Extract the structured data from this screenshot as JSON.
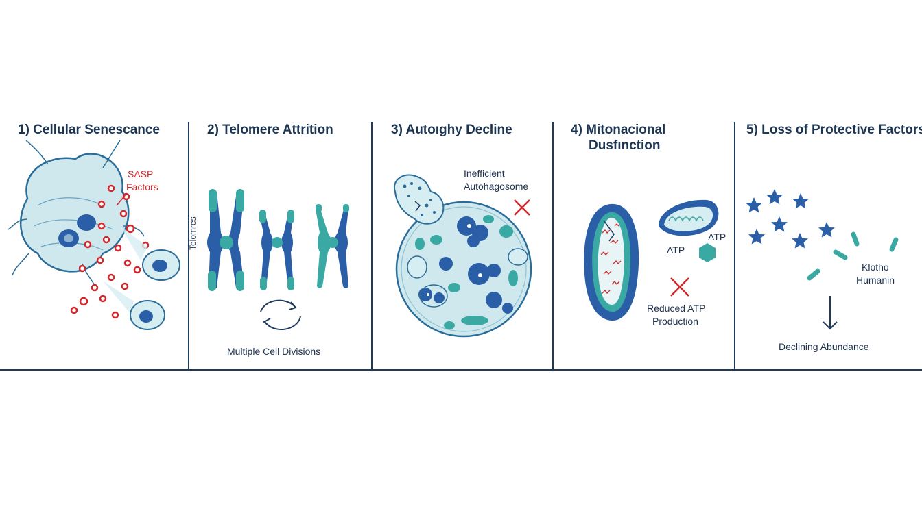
{
  "panels": [
    {
      "title": "1) Cellular Senescance",
      "labels": {
        "sasp": "SASP",
        "factors": "Factors"
      }
    },
    {
      "title": "2) Telomere Attrition",
      "labels": {
        "telomeres": "Telomres",
        "divisions": "Multiple Cell Divisions"
      }
    },
    {
      "title": "3) Autoıghy Decline",
      "labels": {
        "inefficient": "Inefficient",
        "autophagosome": "Autohagosome"
      }
    },
    {
      "title_line1": "4) Mitonacional",
      "title_line2": "Dusfınction",
      "labels": {
        "atp1": "ATP",
        "atp2": "ATP",
        "reduced": "Reduced ATP",
        "production": "Production"
      }
    },
    {
      "title": "5) Loss of Protective Factors",
      "labels": {
        "klotho": "Klotho",
        "humanin": "Humanin",
        "declining": "Declining Abundance"
      }
    }
  ],
  "colors": {
    "navy": "#1f3b5c",
    "blue": "#2a5fa8",
    "teal": "#3aa9a4",
    "light_teal": "#cfe9ee",
    "red": "#d3262b"
  }
}
